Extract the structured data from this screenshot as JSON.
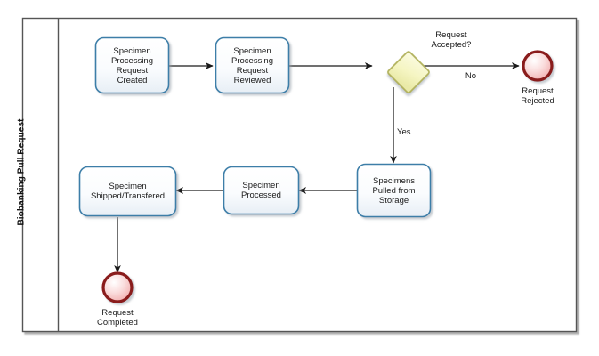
{
  "diagram": {
    "type": "bpmn-process-diagram",
    "pool": {
      "lane_title": "Biobanking Pull Request"
    },
    "tasks": [
      {
        "id": "task-request-created",
        "label": "Specimen\nProcessing\nRequest\nCreated"
      },
      {
        "id": "task-request-reviewed",
        "label": "Specimen\nProcessing\nRequest\nReviewed"
      },
      {
        "id": "task-specimens-pulled",
        "label": "Specimens\nPulled from\nStorage"
      },
      {
        "id": "task-specimen-processed",
        "label": "Specimen\nProcessed"
      },
      {
        "id": "task-specimen-shipped",
        "label": "Specimen\nShipped/Transfered"
      }
    ],
    "gateway": {
      "id": "gateway-request-accepted",
      "label": "Request\nAccepted?"
    },
    "end_events": [
      {
        "id": "end-request-rejected",
        "label": "Request\nRejected"
      },
      {
        "id": "end-request-completed",
        "label": "Request\nCompleted"
      }
    ],
    "flow_labels": {
      "no": "No",
      "yes": "Yes"
    },
    "colors": {
      "task_border": "#3c7ea8",
      "task_fill_top": "#ffffff",
      "task_fill_bottom": "#eef3f8",
      "gateway_border": "#b0b05a",
      "gateway_fill": "#f6f6c8",
      "end_event_border": "#8a1b1b",
      "end_event_fill": "#f4b8b8",
      "pool_border": "#555555",
      "connector": "#1a1a1a",
      "text": "#1a1a1a"
    }
  }
}
